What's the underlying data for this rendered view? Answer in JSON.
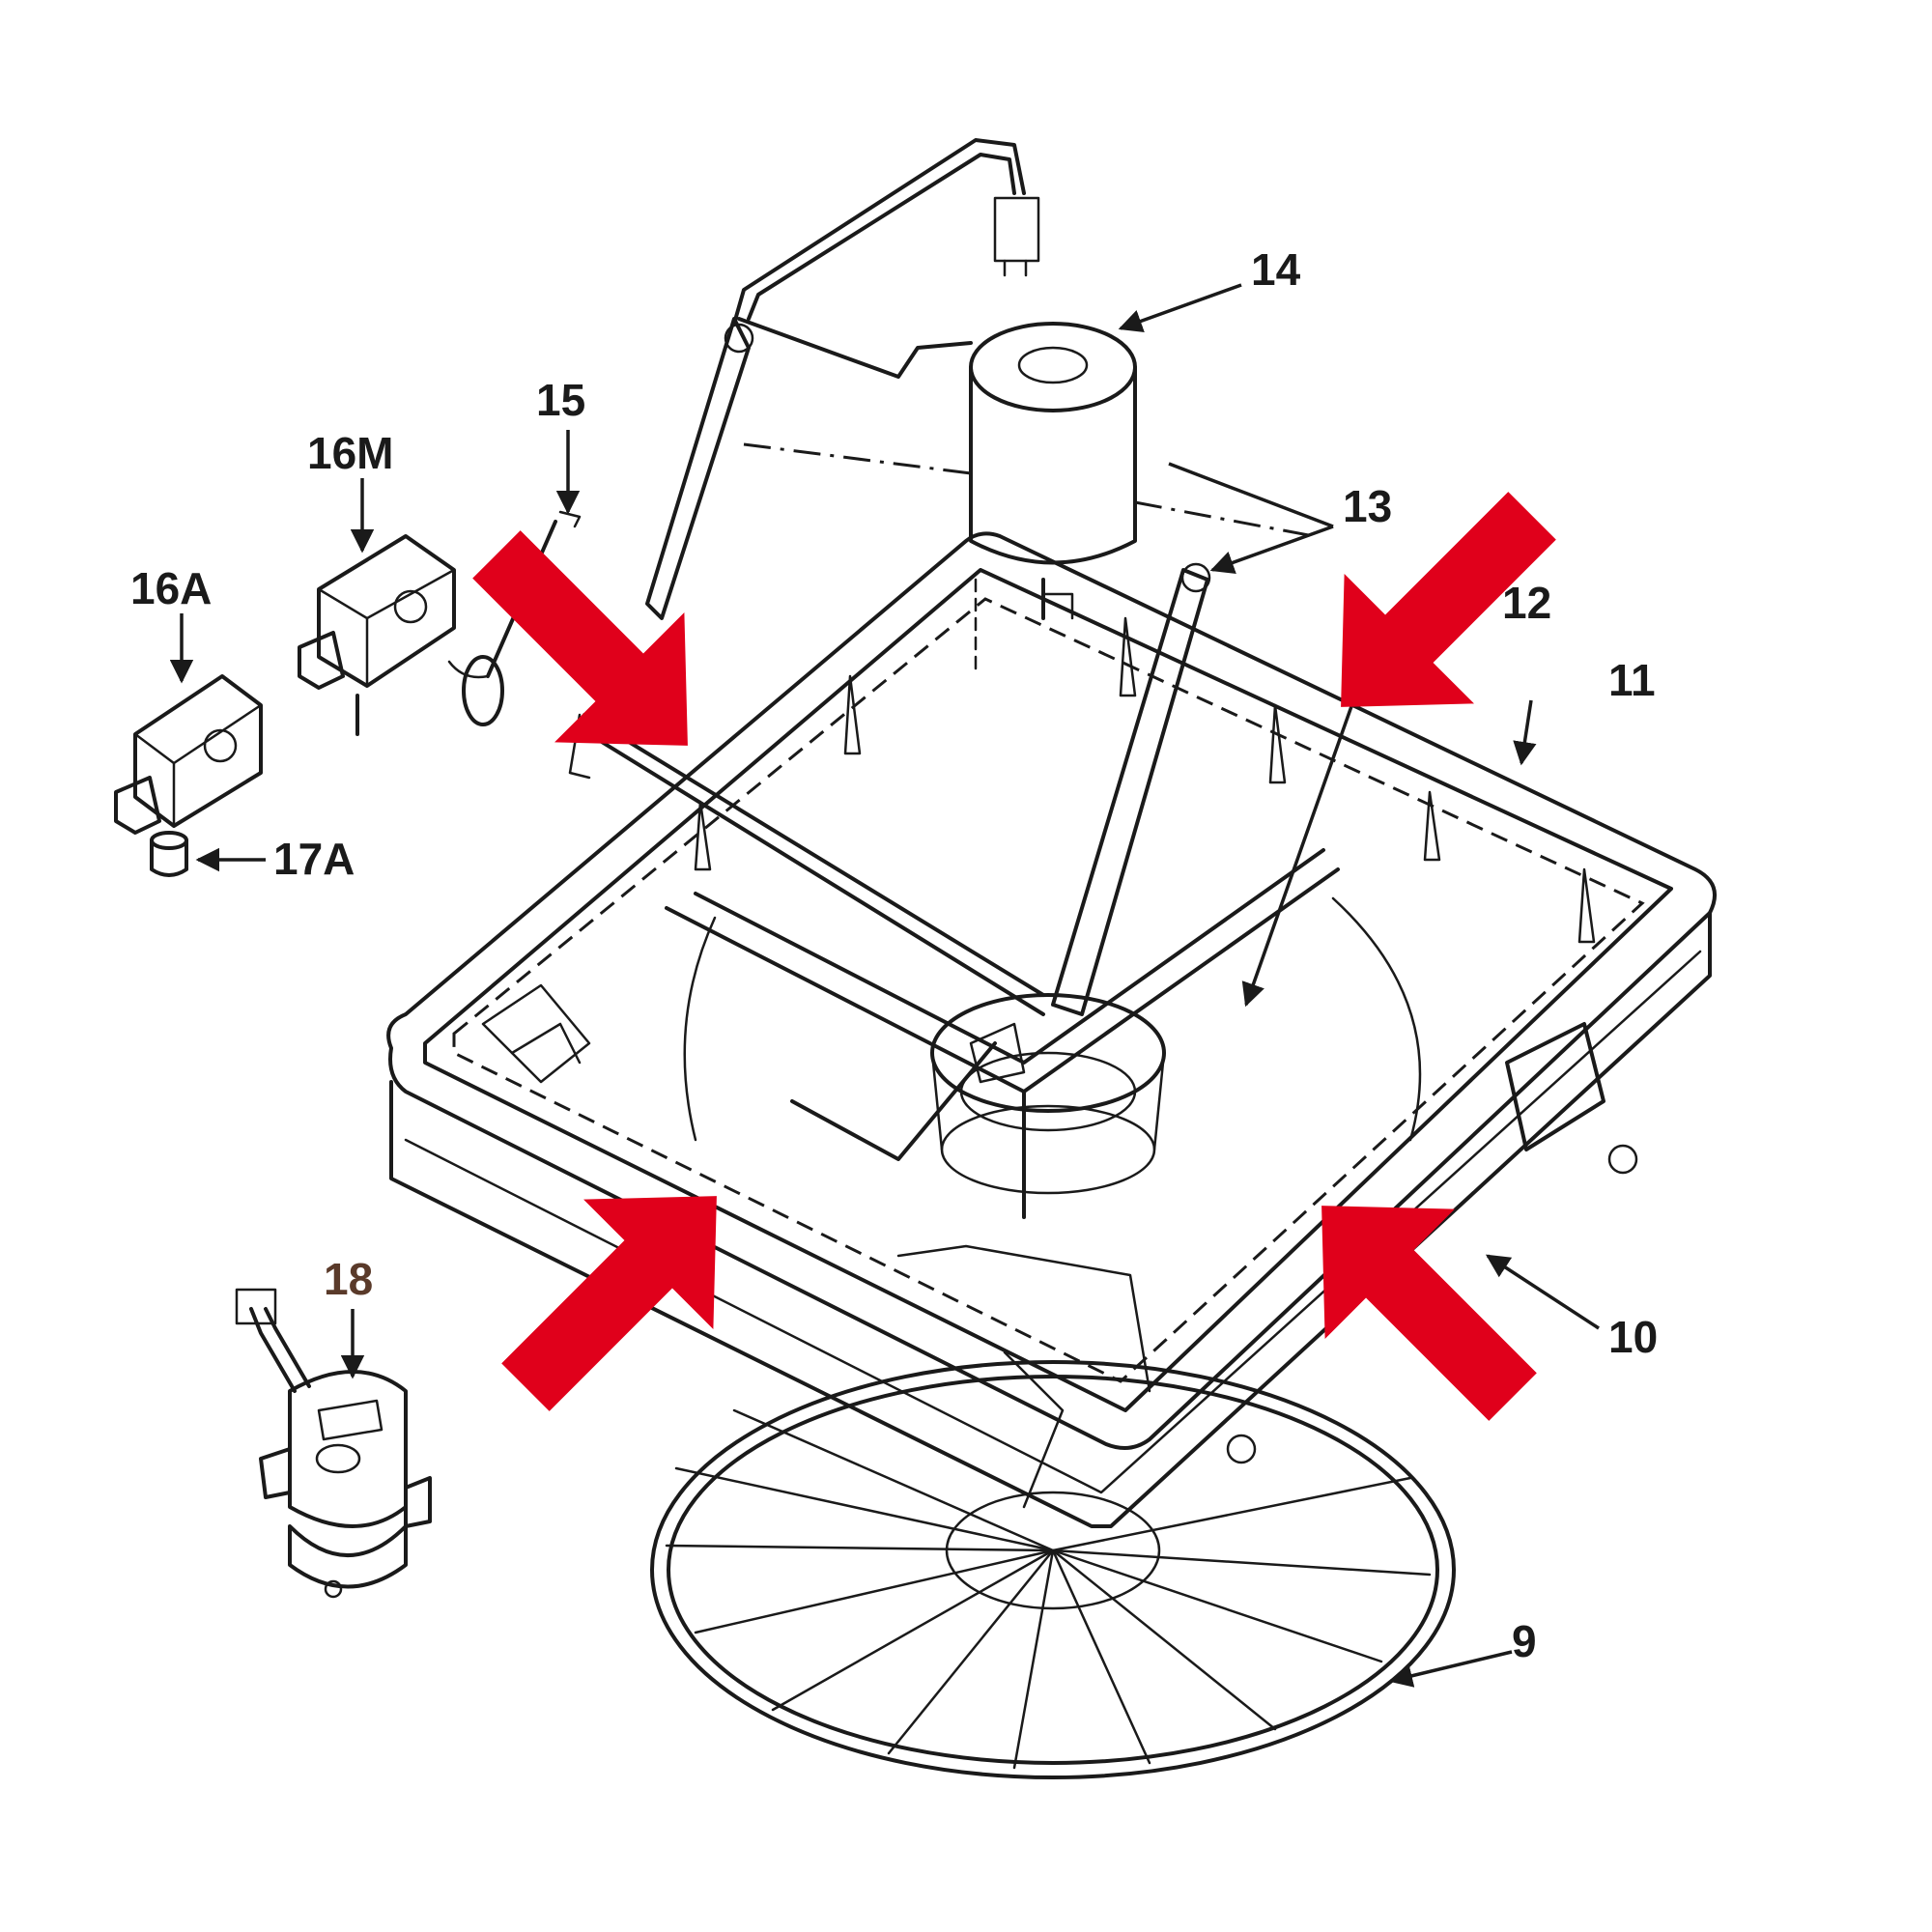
{
  "labels": {
    "l9": "9",
    "l10": "10",
    "l11": "11",
    "l12": "12",
    "l13": "13",
    "l14": "14",
    "l15": "15",
    "l16m": "16M",
    "l16a": "16A",
    "l17a": "17A",
    "l18": "18"
  },
  "colors": {
    "highlight_arrow": "#e0001b",
    "line": "#1a1a1a",
    "label_18": "#5a3a2a"
  },
  "highlight_arrow_count": 4
}
